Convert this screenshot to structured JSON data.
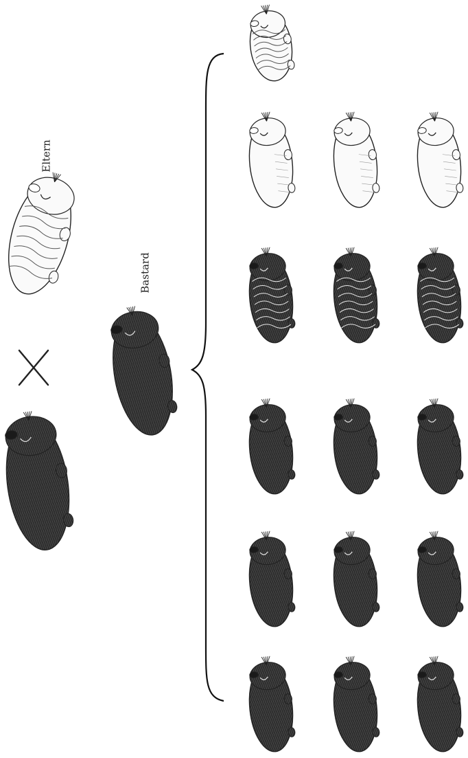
{
  "labels": {
    "parents": "Eltern",
    "hybrid": "Bastard"
  },
  "icons": {
    "cross": "cross-symbol-icon",
    "brace": "curly-brace-icon",
    "animal": "guinea-pig-illustration"
  },
  "colors": {
    "dark_coat": "#2a2a2a",
    "light_coat": "#fafafa",
    "ink": "#222222"
  },
  "parents": [
    {
      "coat": "light",
      "texture": "rosette"
    },
    {
      "coat": "dark",
      "texture": "smooth"
    }
  ],
  "hybrid": {
    "coat": "dark",
    "texture": "smooth"
  },
  "offspring": [
    {
      "coat": "light",
      "texture": "rosette"
    },
    {
      "coat": "light",
      "texture": "smooth"
    },
    {
      "coat": "light",
      "texture": "smooth"
    },
    {
      "coat": "light",
      "texture": "smooth"
    },
    {
      "coat": "dark",
      "texture": "rosette"
    },
    {
      "coat": "dark",
      "texture": "rosette"
    },
    {
      "coat": "dark",
      "texture": "rosette"
    },
    {
      "coat": "dark",
      "texture": "smooth"
    },
    {
      "coat": "dark",
      "texture": "smooth"
    },
    {
      "coat": "dark",
      "texture": "smooth"
    },
    {
      "coat": "dark",
      "texture": "smooth"
    },
    {
      "coat": "dark",
      "texture": "smooth"
    },
    {
      "coat": "dark",
      "texture": "smooth"
    },
    {
      "coat": "dark",
      "texture": "smooth"
    },
    {
      "coat": "dark",
      "texture": "smooth"
    },
    {
      "coat": "dark",
      "texture": "smooth"
    }
  ]
}
